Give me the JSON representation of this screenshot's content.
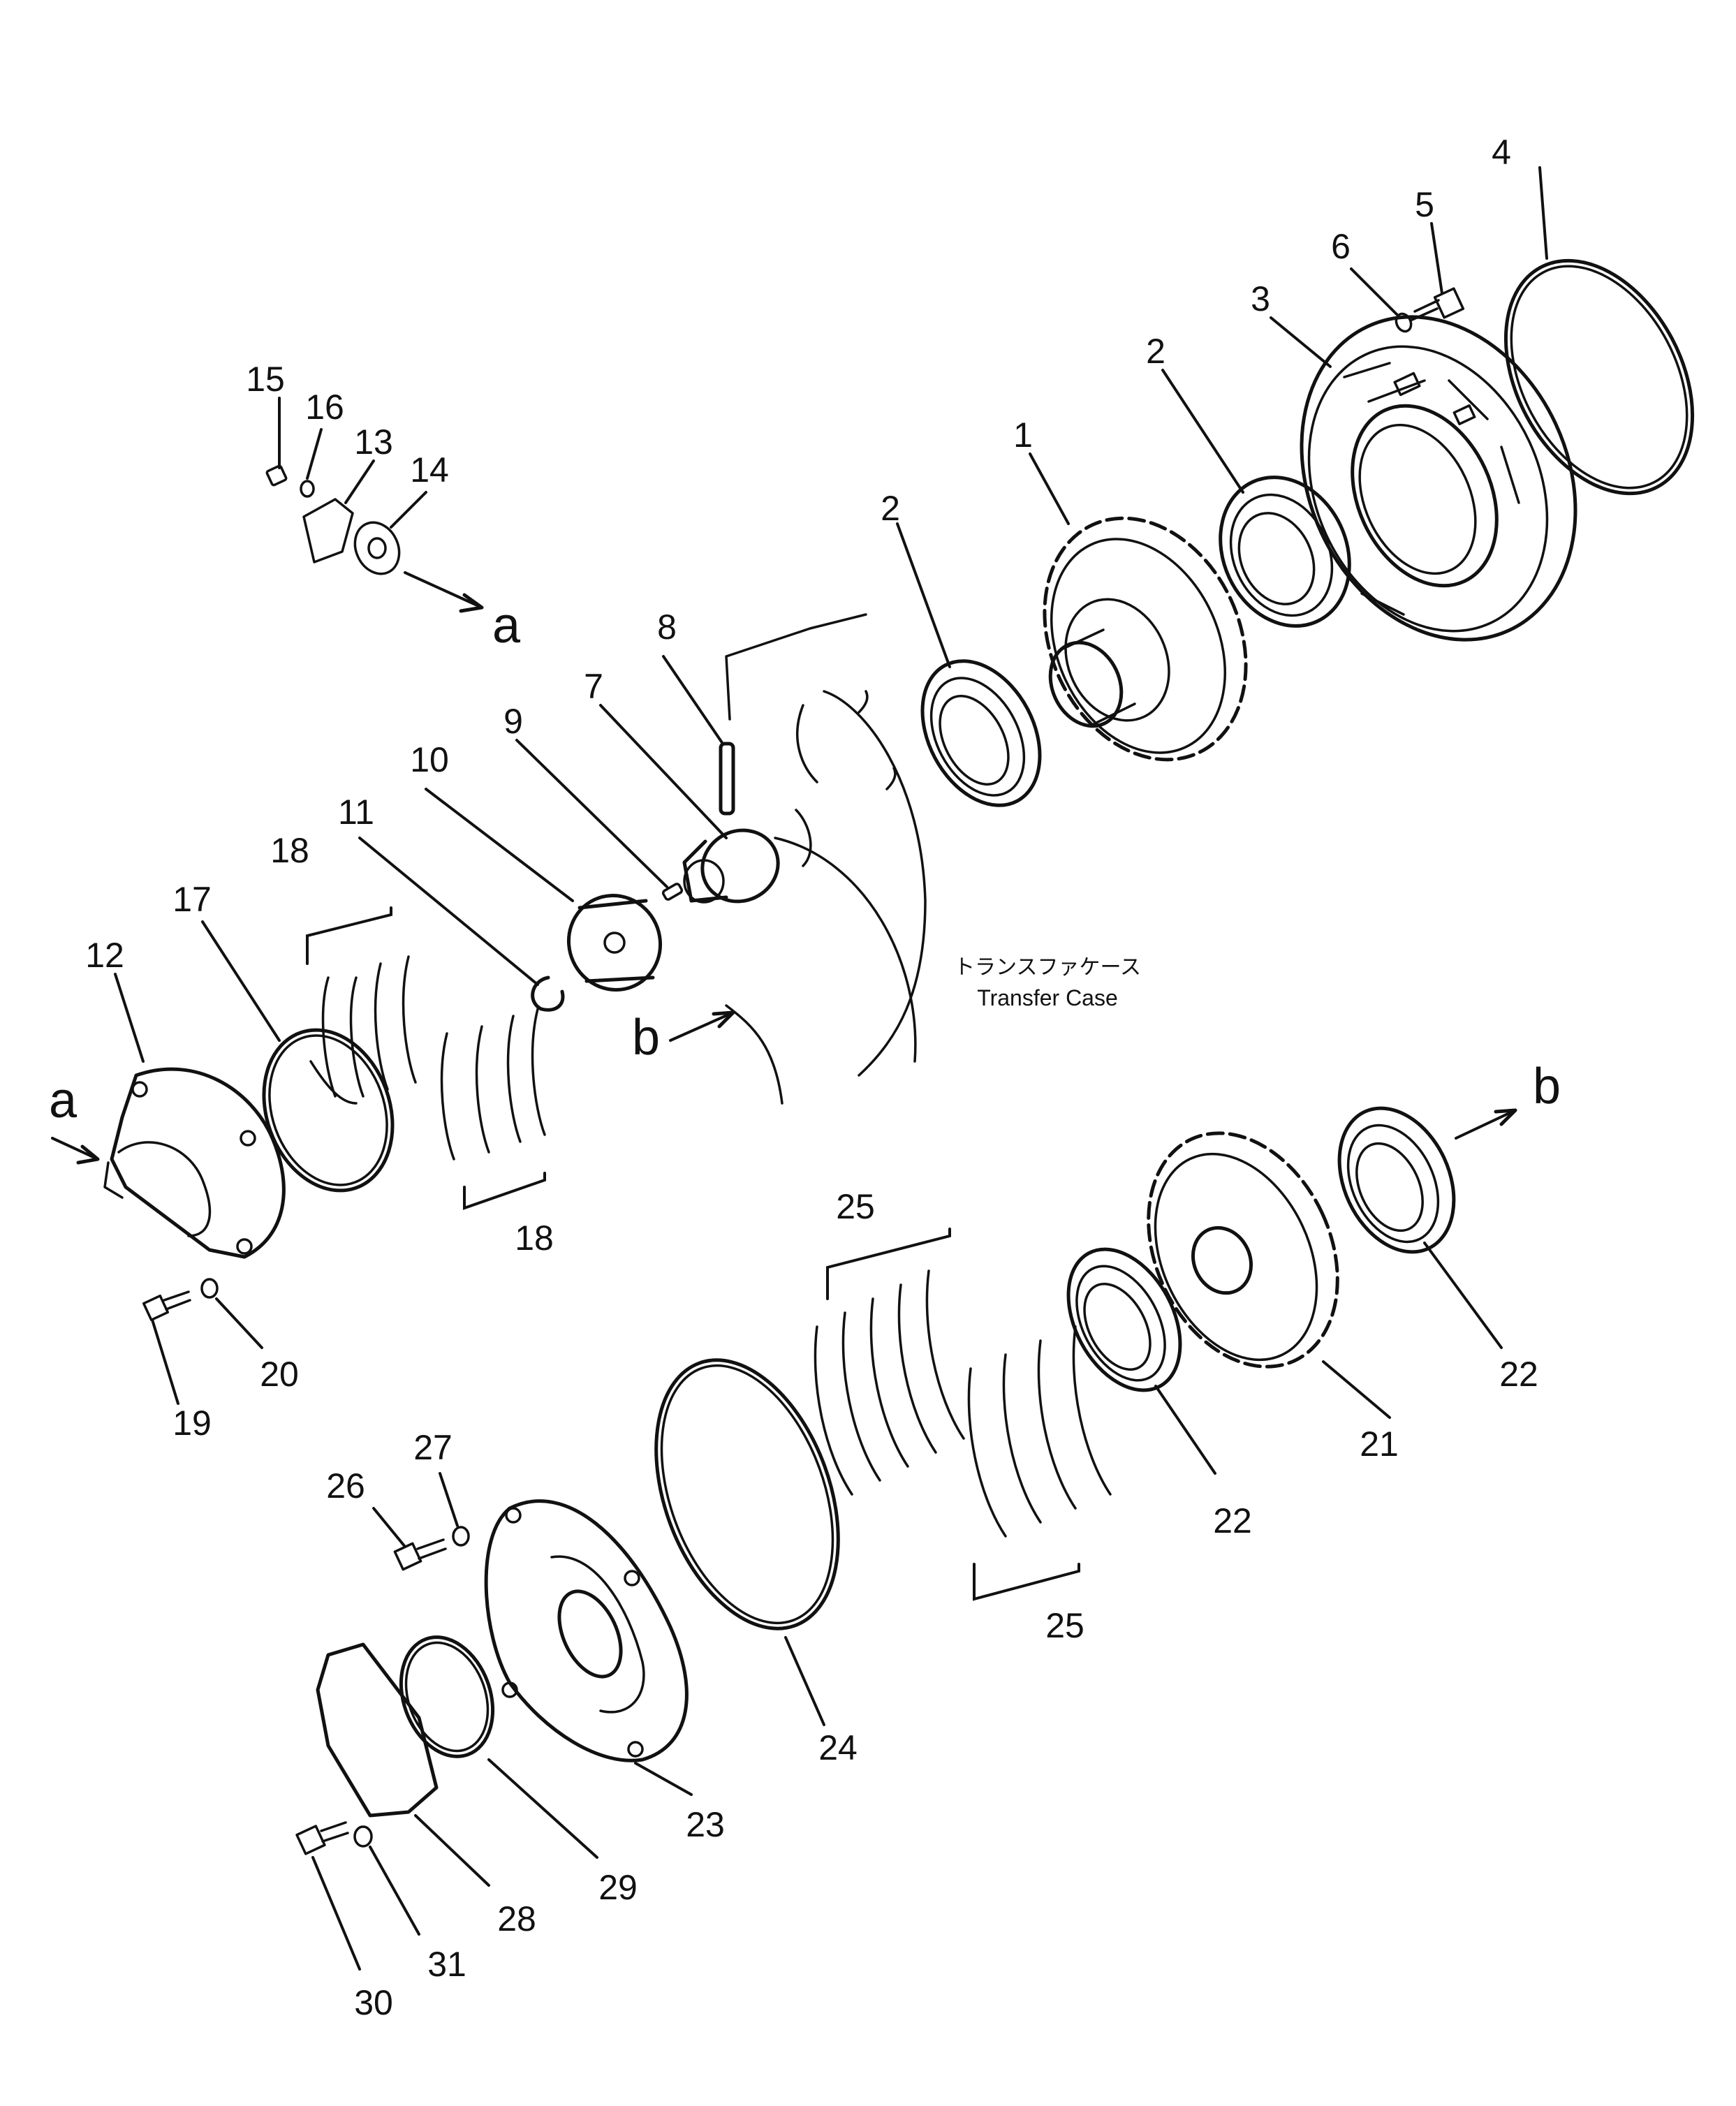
{
  "callouts": [
    {
      "id": "1",
      "label": "1"
    },
    {
      "id": "2a",
      "label": "2"
    },
    {
      "id": "2b",
      "label": "2"
    },
    {
      "id": "3",
      "label": "3"
    },
    {
      "id": "4",
      "label": "4"
    },
    {
      "id": "5",
      "label": "5"
    },
    {
      "id": "6",
      "label": "6"
    },
    {
      "id": "7",
      "label": "7"
    },
    {
      "id": "8",
      "label": "8"
    },
    {
      "id": "9",
      "label": "9"
    },
    {
      "id": "10",
      "label": "10"
    },
    {
      "id": "11",
      "label": "11"
    },
    {
      "id": "12",
      "label": "12"
    },
    {
      "id": "13",
      "label": "13"
    },
    {
      "id": "14",
      "label": "14"
    },
    {
      "id": "15",
      "label": "15"
    },
    {
      "id": "16",
      "label": "16"
    },
    {
      "id": "17",
      "label": "17"
    },
    {
      "id": "18a",
      "label": "18"
    },
    {
      "id": "18b",
      "label": "18"
    },
    {
      "id": "19",
      "label": "19"
    },
    {
      "id": "20",
      "label": "20"
    },
    {
      "id": "21",
      "label": "21"
    },
    {
      "id": "22a",
      "label": "22"
    },
    {
      "id": "22b",
      "label": "22"
    },
    {
      "id": "23",
      "label": "23"
    },
    {
      "id": "24",
      "label": "24"
    },
    {
      "id": "25a",
      "label": "25"
    },
    {
      "id": "25b",
      "label": "25"
    },
    {
      "id": "26",
      "label": "26"
    },
    {
      "id": "27",
      "label": "27"
    },
    {
      "id": "28",
      "label": "28"
    },
    {
      "id": "29",
      "label": "29"
    },
    {
      "id": "30",
      "label": "30"
    },
    {
      "id": "31",
      "label": "31"
    }
  ],
  "references": [
    {
      "id": "a1",
      "label": "a"
    },
    {
      "id": "a2",
      "label": "a"
    },
    {
      "id": "b1",
      "label": "b"
    },
    {
      "id": "b2",
      "label": "b"
    }
  ],
  "transfer_case": {
    "label_jp": "トランスファケース",
    "label_en": "Transfer Case"
  }
}
